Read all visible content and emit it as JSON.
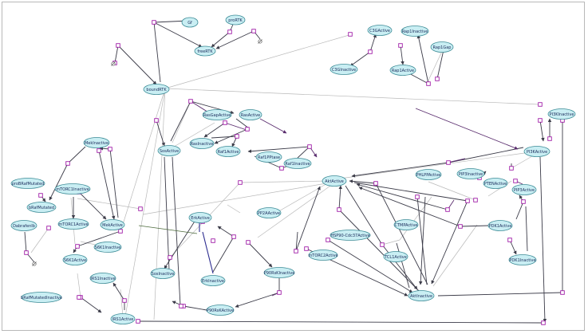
{
  "nodes": [
    {
      "label": "Gf",
      "id": "gf"
    },
    {
      "label": "proRTK",
      "id": "prortk"
    },
    {
      "label": "freeRTK",
      "id": "freertk"
    },
    {
      "label": "boundRTK",
      "id": "boundrtk"
    },
    {
      "label": "C3GActive",
      "id": "c3gactive"
    },
    {
      "label": "C3GInactive",
      "id": "c3ginactive"
    },
    {
      "label": "Rap1Inactive",
      "id": "rap1inactive"
    },
    {
      "label": "Rap1Gap",
      "id": "rap1gap"
    },
    {
      "label": "Rap1Active",
      "id": "rap1active"
    },
    {
      "label": "PI3KInactive",
      "id": "pi3kinactive"
    },
    {
      "label": "PI3KActive",
      "id": "pi3kactive"
    },
    {
      "label": "RasGapActive",
      "id": "rasgapactive"
    },
    {
      "label": "RasActive",
      "id": "rasactive"
    },
    {
      "label": "RasInactive",
      "id": "rasinactive"
    },
    {
      "label": "SosActive",
      "id": "sosactive"
    },
    {
      "label": "Raf1Active",
      "id": "raf1active"
    },
    {
      "label": "Raf1PPtase",
      "id": "raf1pptase"
    },
    {
      "label": "Raf1Inactive",
      "id": "raf1inactive"
    },
    {
      "label": "MekInactive",
      "id": "mekinactive"
    },
    {
      "label": "mTORC1Inactive",
      "id": "mtorc1inactive"
    },
    {
      "label": "mTORC1Active",
      "id": "mtorc1active"
    },
    {
      "label": "MekActive",
      "id": "mekactive"
    },
    {
      "label": "proBRafMutated",
      "id": "probrafmutated"
    },
    {
      "label": "bRafMutated",
      "id": "brafmutated"
    },
    {
      "label": "DabrafenIb",
      "id": "dabrafenib"
    },
    {
      "label": "bRafMutatedInactive",
      "id": "brafmutatedinactive"
    },
    {
      "label": "S6K1Inactive",
      "id": "s6k1inactive"
    },
    {
      "label": "S6K1Active",
      "id": "s6k1active"
    },
    {
      "label": "IRS1Inactive",
      "id": "irs1inactive"
    },
    {
      "label": "IRS1Active",
      "id": "irs1active"
    },
    {
      "label": "ErkActive",
      "id": "erkactive"
    },
    {
      "label": "ErkInactive",
      "id": "erkinactive"
    },
    {
      "label": "SosInactive",
      "id": "sosinactive"
    },
    {
      "label": "PP2AActive",
      "id": "pp2aactive"
    },
    {
      "label": "P90RsKInactive",
      "id": "p90rskinactive"
    },
    {
      "label": "P90RsKActive",
      "id": "p90rskactive"
    },
    {
      "label": "AktActive",
      "id": "aktactive"
    },
    {
      "label": "PHLPPActive",
      "id": "phlppactive"
    },
    {
      "label": "PIP3Inactive",
      "id": "pip3inactive"
    },
    {
      "label": "PTENActive",
      "id": "ptenactive"
    },
    {
      "label": "PIP3Active",
      "id": "pip3active"
    },
    {
      "label": "PDK1Active",
      "id": "pdk1active"
    },
    {
      "label": "PDK1Inactive",
      "id": "pdk1inactive"
    },
    {
      "label": "HSP90-Cdc37Active",
      "id": "hsp90active"
    },
    {
      "label": "mTORC2Active",
      "id": "mtorc2active"
    },
    {
      "label": "CTMPActive",
      "id": "ctmpactive"
    },
    {
      "label": "TCL1Active",
      "id": "tcl1active"
    },
    {
      "label": "AktInactive",
      "id": "aktinactive"
    }
  ],
  "colors": {
    "node_fill": "#c9eef3",
    "node_stroke": "#3a8a95",
    "process_stroke": "#a11ea8",
    "edge_dark": "#3b3b48",
    "edge_light": "#b9b9b9",
    "edge_purple": "#5a2d6e"
  }
}
